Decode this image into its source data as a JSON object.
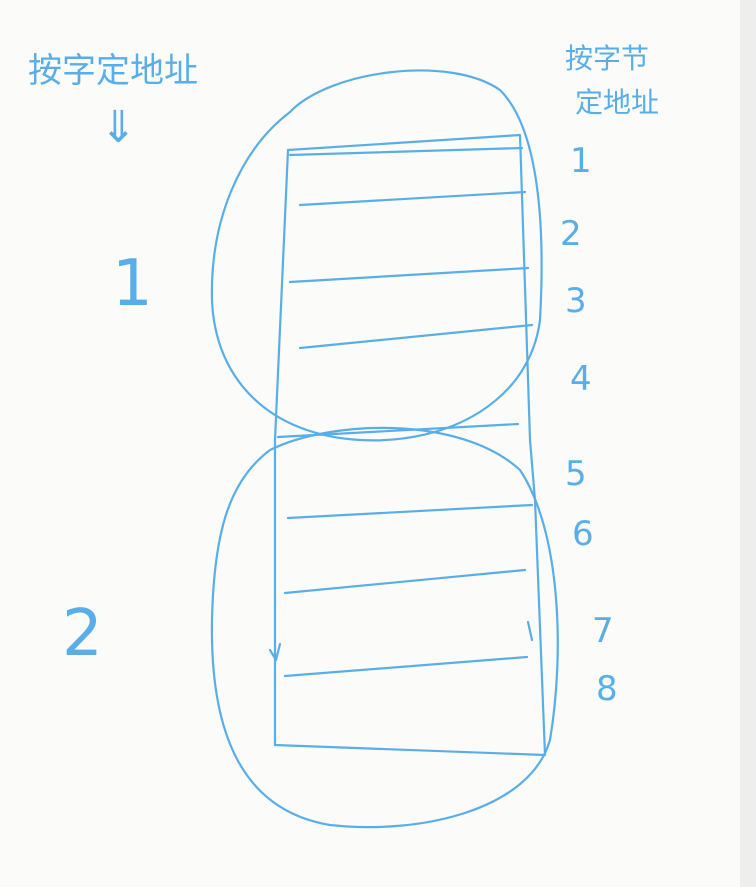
{
  "labels": {
    "word_addressing": "按字定地址",
    "arrow": "⇓",
    "byte_addressing_line1": "按字节",
    "byte_addressing_line2": "定地址",
    "word_1": "1",
    "word_2": "2"
  },
  "byte_numbers": [
    "1",
    "2",
    "3",
    "4",
    "5",
    "6",
    "7",
    "8"
  ],
  "colors": {
    "ink": "#5aaee8",
    "paper": "#fbfbf9"
  }
}
